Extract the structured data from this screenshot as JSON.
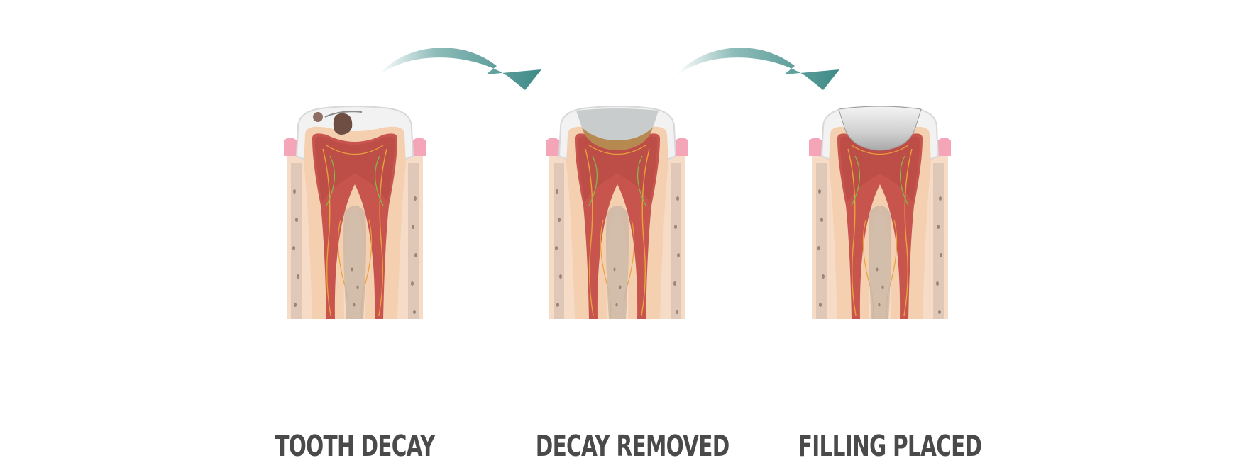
{
  "steps": [
    {
      "label": "TOOTH DECAY",
      "state": "decay"
    },
    {
      "label": "DECAY REMOVED",
      "state": "cavity-prepared"
    },
    {
      "label": "FILLING PLACED",
      "state": "filled"
    }
  ],
  "icons": [
    "curved-arrow-icon",
    "tooth-cross-section-icon"
  ],
  "colors": {
    "label_text": "#4a4a4a",
    "arrow": "#3d8a87",
    "gum": "#f4a6b8",
    "bone": "#f6dcc6",
    "enamel": "#f2f2f2",
    "dentin": "#f4cfb0",
    "pulp": "#c8544e",
    "decay": "#6e4d43",
    "filling": "#d9d9d9"
  }
}
